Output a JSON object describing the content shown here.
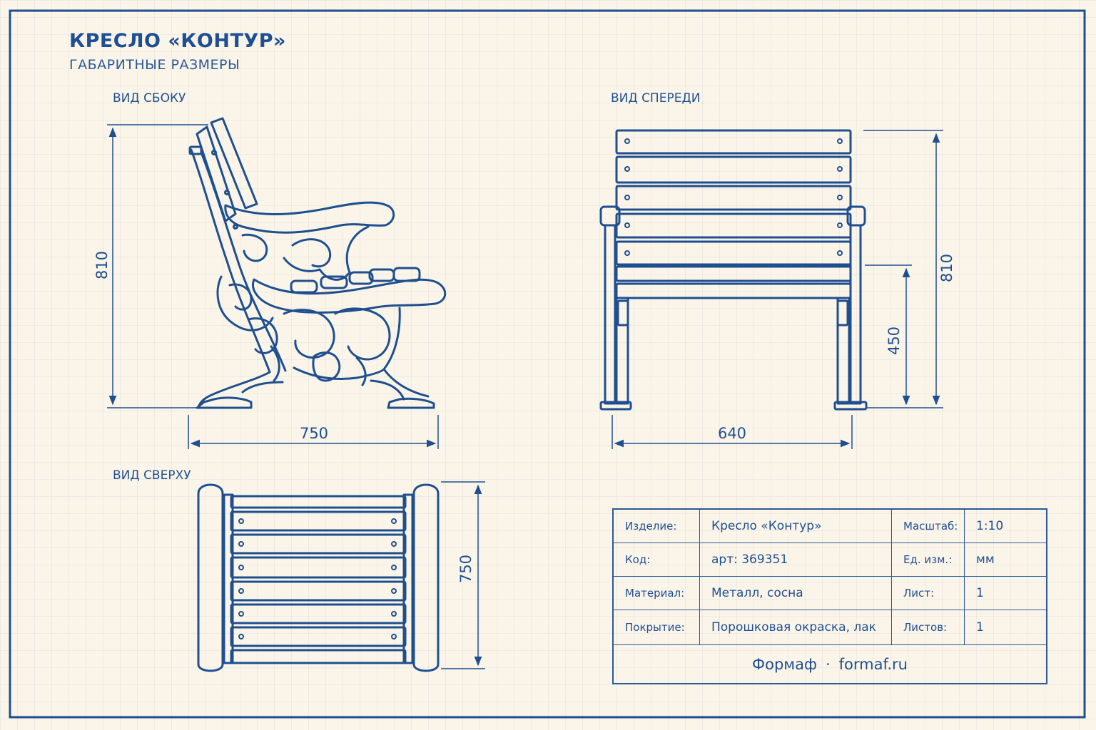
{
  "header": {
    "title": "КРЕСЛО «КОНТУР»",
    "subtitle": "ГАБАРИТНЫЕ РАЗМЕРЫ"
  },
  "views": {
    "side": "ВИД СБОКУ",
    "front": "ВИД СПЕРЕДИ",
    "top": "ВИД СВЕРХУ"
  },
  "dimensions": {
    "side_height": "810",
    "side_depth": "750",
    "front_width": "640",
    "front_height": "810",
    "front_seat_height": "450",
    "top_depth": "750"
  },
  "title_block": {
    "rows": [
      {
        "label": "Изделие:",
        "value": "Кресло «Контур»",
        "label2": "Масштаб:",
        "value2": "1:10"
      },
      {
        "label": "Код:",
        "value": "арт: 369351",
        "label2": "Ед. изм.:",
        "value2": "мм"
      },
      {
        "label": "Материал:",
        "value": "Металл, сосна",
        "label2": "Лист:",
        "value2": "1"
      },
      {
        "label": "Покрытие:",
        "value": "Порошковая окраска, лак",
        "label2": "Листов:",
        "value2": "1"
      }
    ],
    "brand": "Формаф",
    "separator": "·",
    "site": "formaf.ru"
  },
  "colors": {
    "paper": "#fbf5e9",
    "line": "#1f4f8f"
  }
}
